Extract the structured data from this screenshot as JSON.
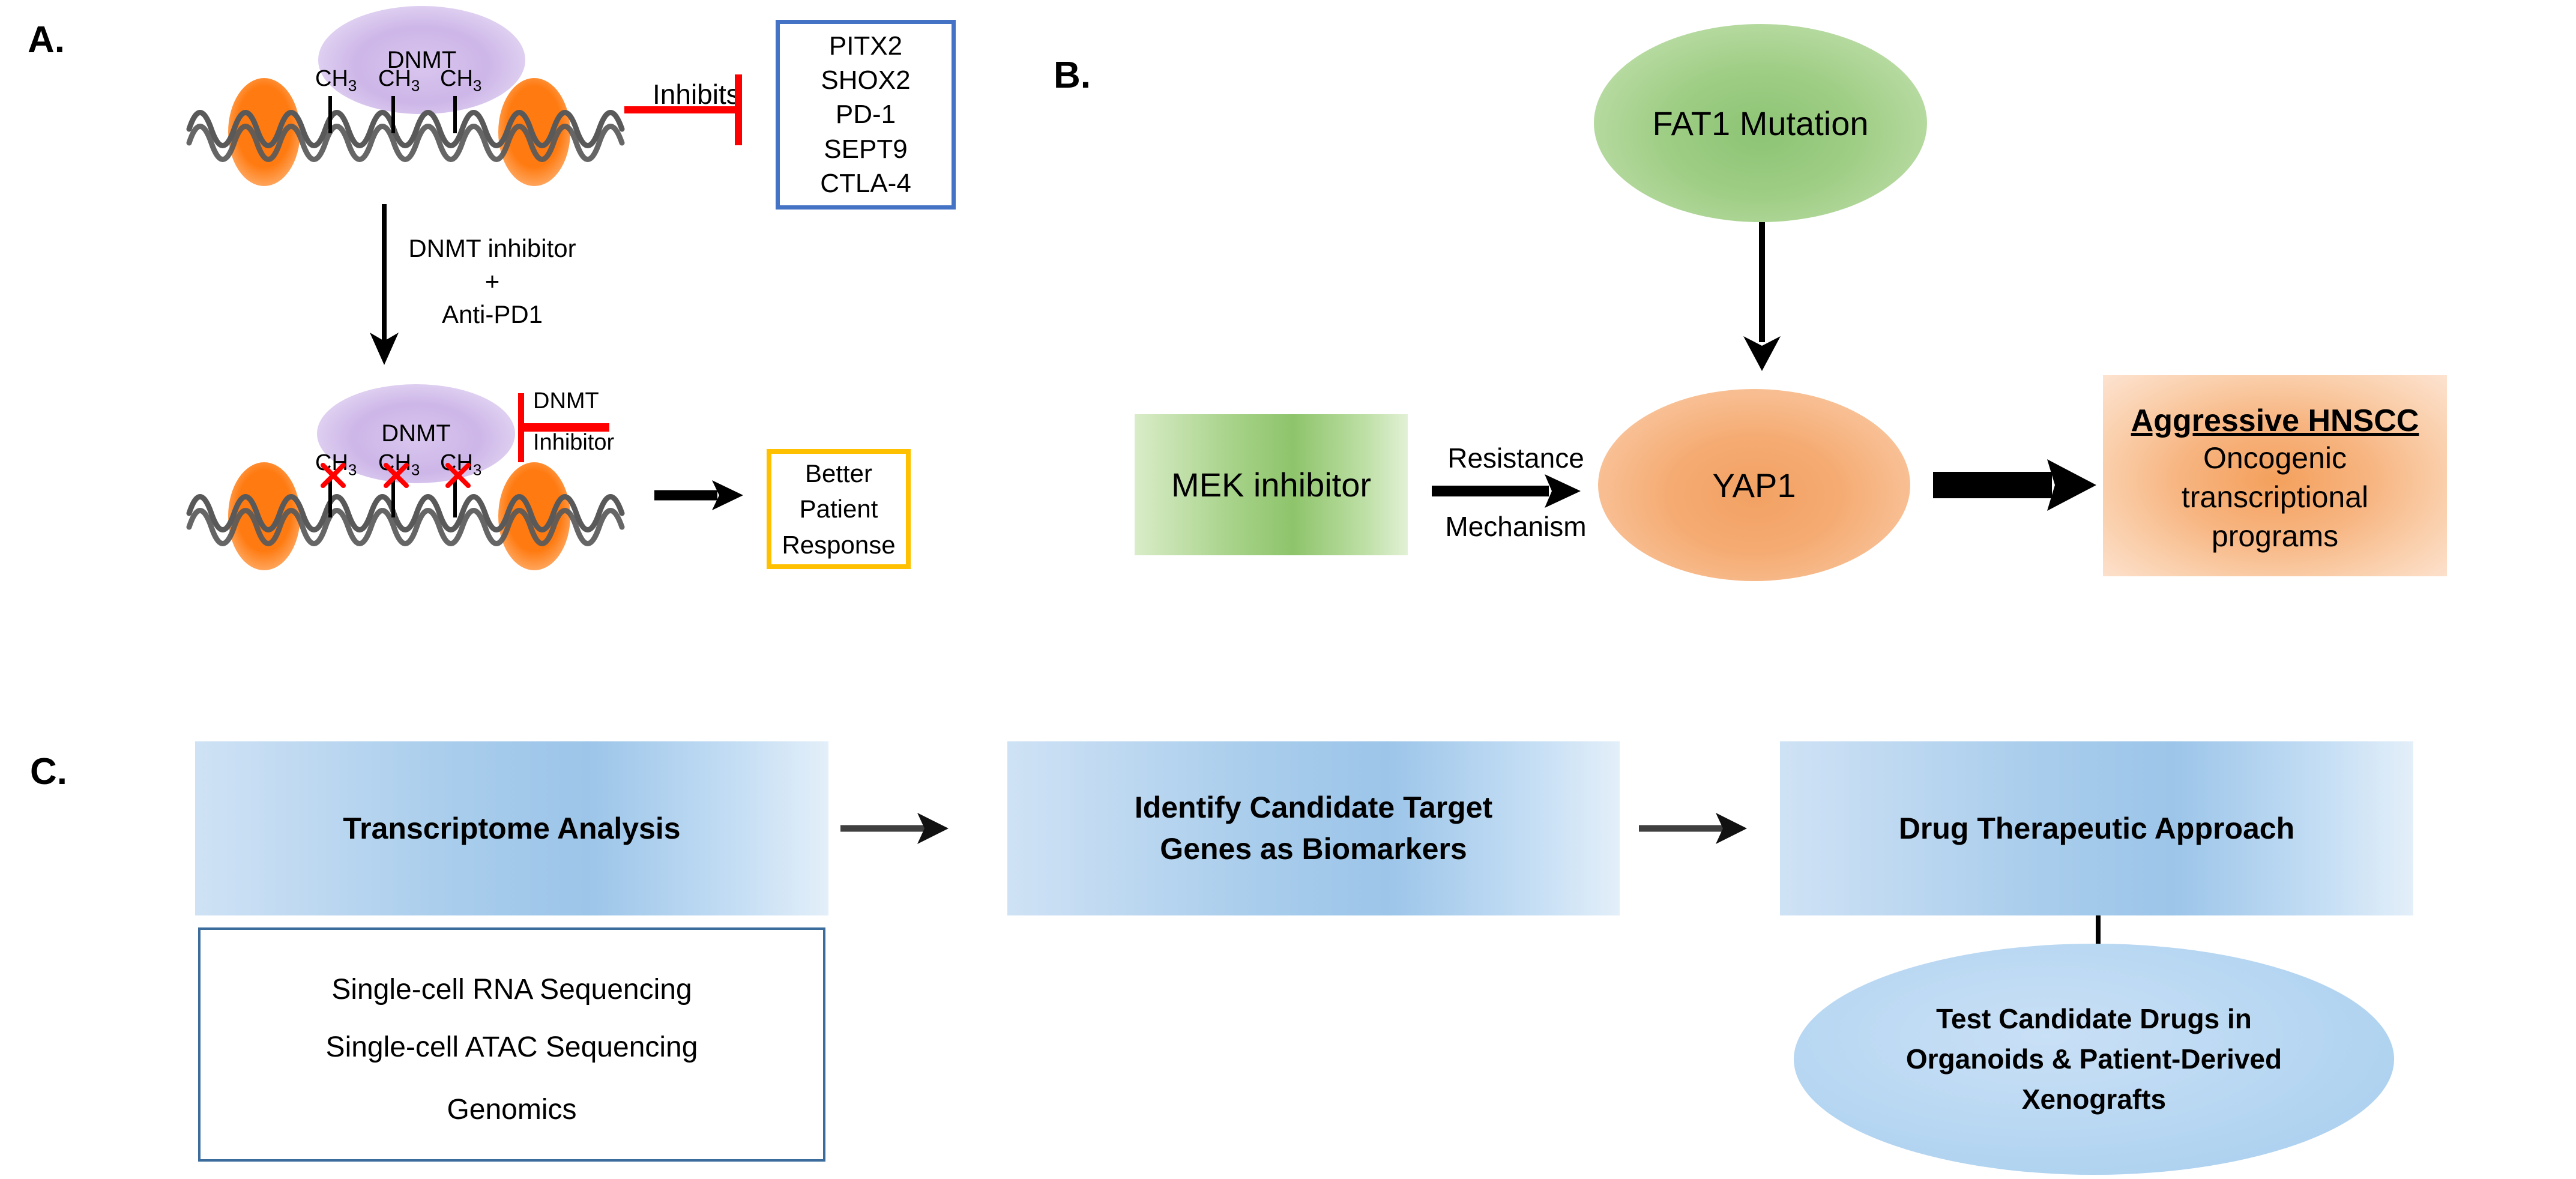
{
  "figure": {
    "panels": [
      {
        "id": "A",
        "label": "A."
      },
      {
        "id": "B",
        "label": "B."
      },
      {
        "id": "C",
        "label": "C."
      }
    ]
  },
  "panelA": {
    "label": "A.",
    "dnmt_top_label": "DNMT",
    "dnmt_bottom_label": "DNMT",
    "methyl_groups_top": [
      "CH3",
      "CH3",
      "CH3"
    ],
    "methyl_groups_bottom": [
      "CH3",
      "CH3",
      "CH3"
    ],
    "methyl_symbol": "CH",
    "methyl_subscript": "3",
    "inhibits_label": "Inhibits",
    "gene_box": {
      "border_color": "#4472C4",
      "genes": [
        "PITX2",
        "SHOX2",
        "PD-1",
        "SEPT9",
        "CTLA-4"
      ]
    },
    "treatment_arrow": {
      "line1": "DNMT inhibitor",
      "line2": "+",
      "line3": "Anti-PD1"
    },
    "dnmt_inhibitor_tbar": {
      "line1": "DNMT",
      "line2": "Inhibitor",
      "color": "#FF0000"
    },
    "response_box": {
      "border_color": "#FFC000",
      "lines": [
        "Better",
        "Patient",
        "Response"
      ]
    },
    "nucleosome_color": "#FF7518",
    "dna_color": "#595959"
  },
  "panelB": {
    "label": "B.",
    "fat1_node": {
      "text": "FAT1 Mutation",
      "color": "#9ecd84"
    },
    "mek_node": {
      "text": "MEK inhibitor",
      "color": "#8ec46b"
    },
    "resistance_label": {
      "line1": "Resistance",
      "line2": "Mechanism"
    },
    "yap1_node": {
      "text": "YAP1",
      "color": "#f5ab72"
    },
    "outcome_box": {
      "title": "Aggressive HNSCC",
      "lines": [
        "Oncogenic",
        "transcriptional",
        "programs"
      ],
      "color": "#f7b581"
    }
  },
  "panelC": {
    "label": "C.",
    "steps": [
      {
        "text": "Transcriptome Analysis"
      },
      {
        "text_lines": [
          "Identify Candidate Target",
          "Genes as Biomarkers"
        ]
      },
      {
        "text": "Drug Therapeutic Approach"
      }
    ],
    "step1_label": "Transcriptome Analysis",
    "step2_line1": "Identify Candidate Target",
    "step2_line2": "Genes as Biomarkers",
    "step3_label": "Drug Therapeutic Approach",
    "methods_box": {
      "border_color": "#3b6c9c",
      "items": [
        "Single-cell RNA Sequencing",
        "Single-cell ATAC Sequencing",
        "Genomics"
      ]
    },
    "final_node": {
      "lines": [
        "Test Candidate Drugs in",
        "Organoids & Patient-Derived",
        "Xenografts"
      ],
      "color": "#aed2f0"
    }
  }
}
